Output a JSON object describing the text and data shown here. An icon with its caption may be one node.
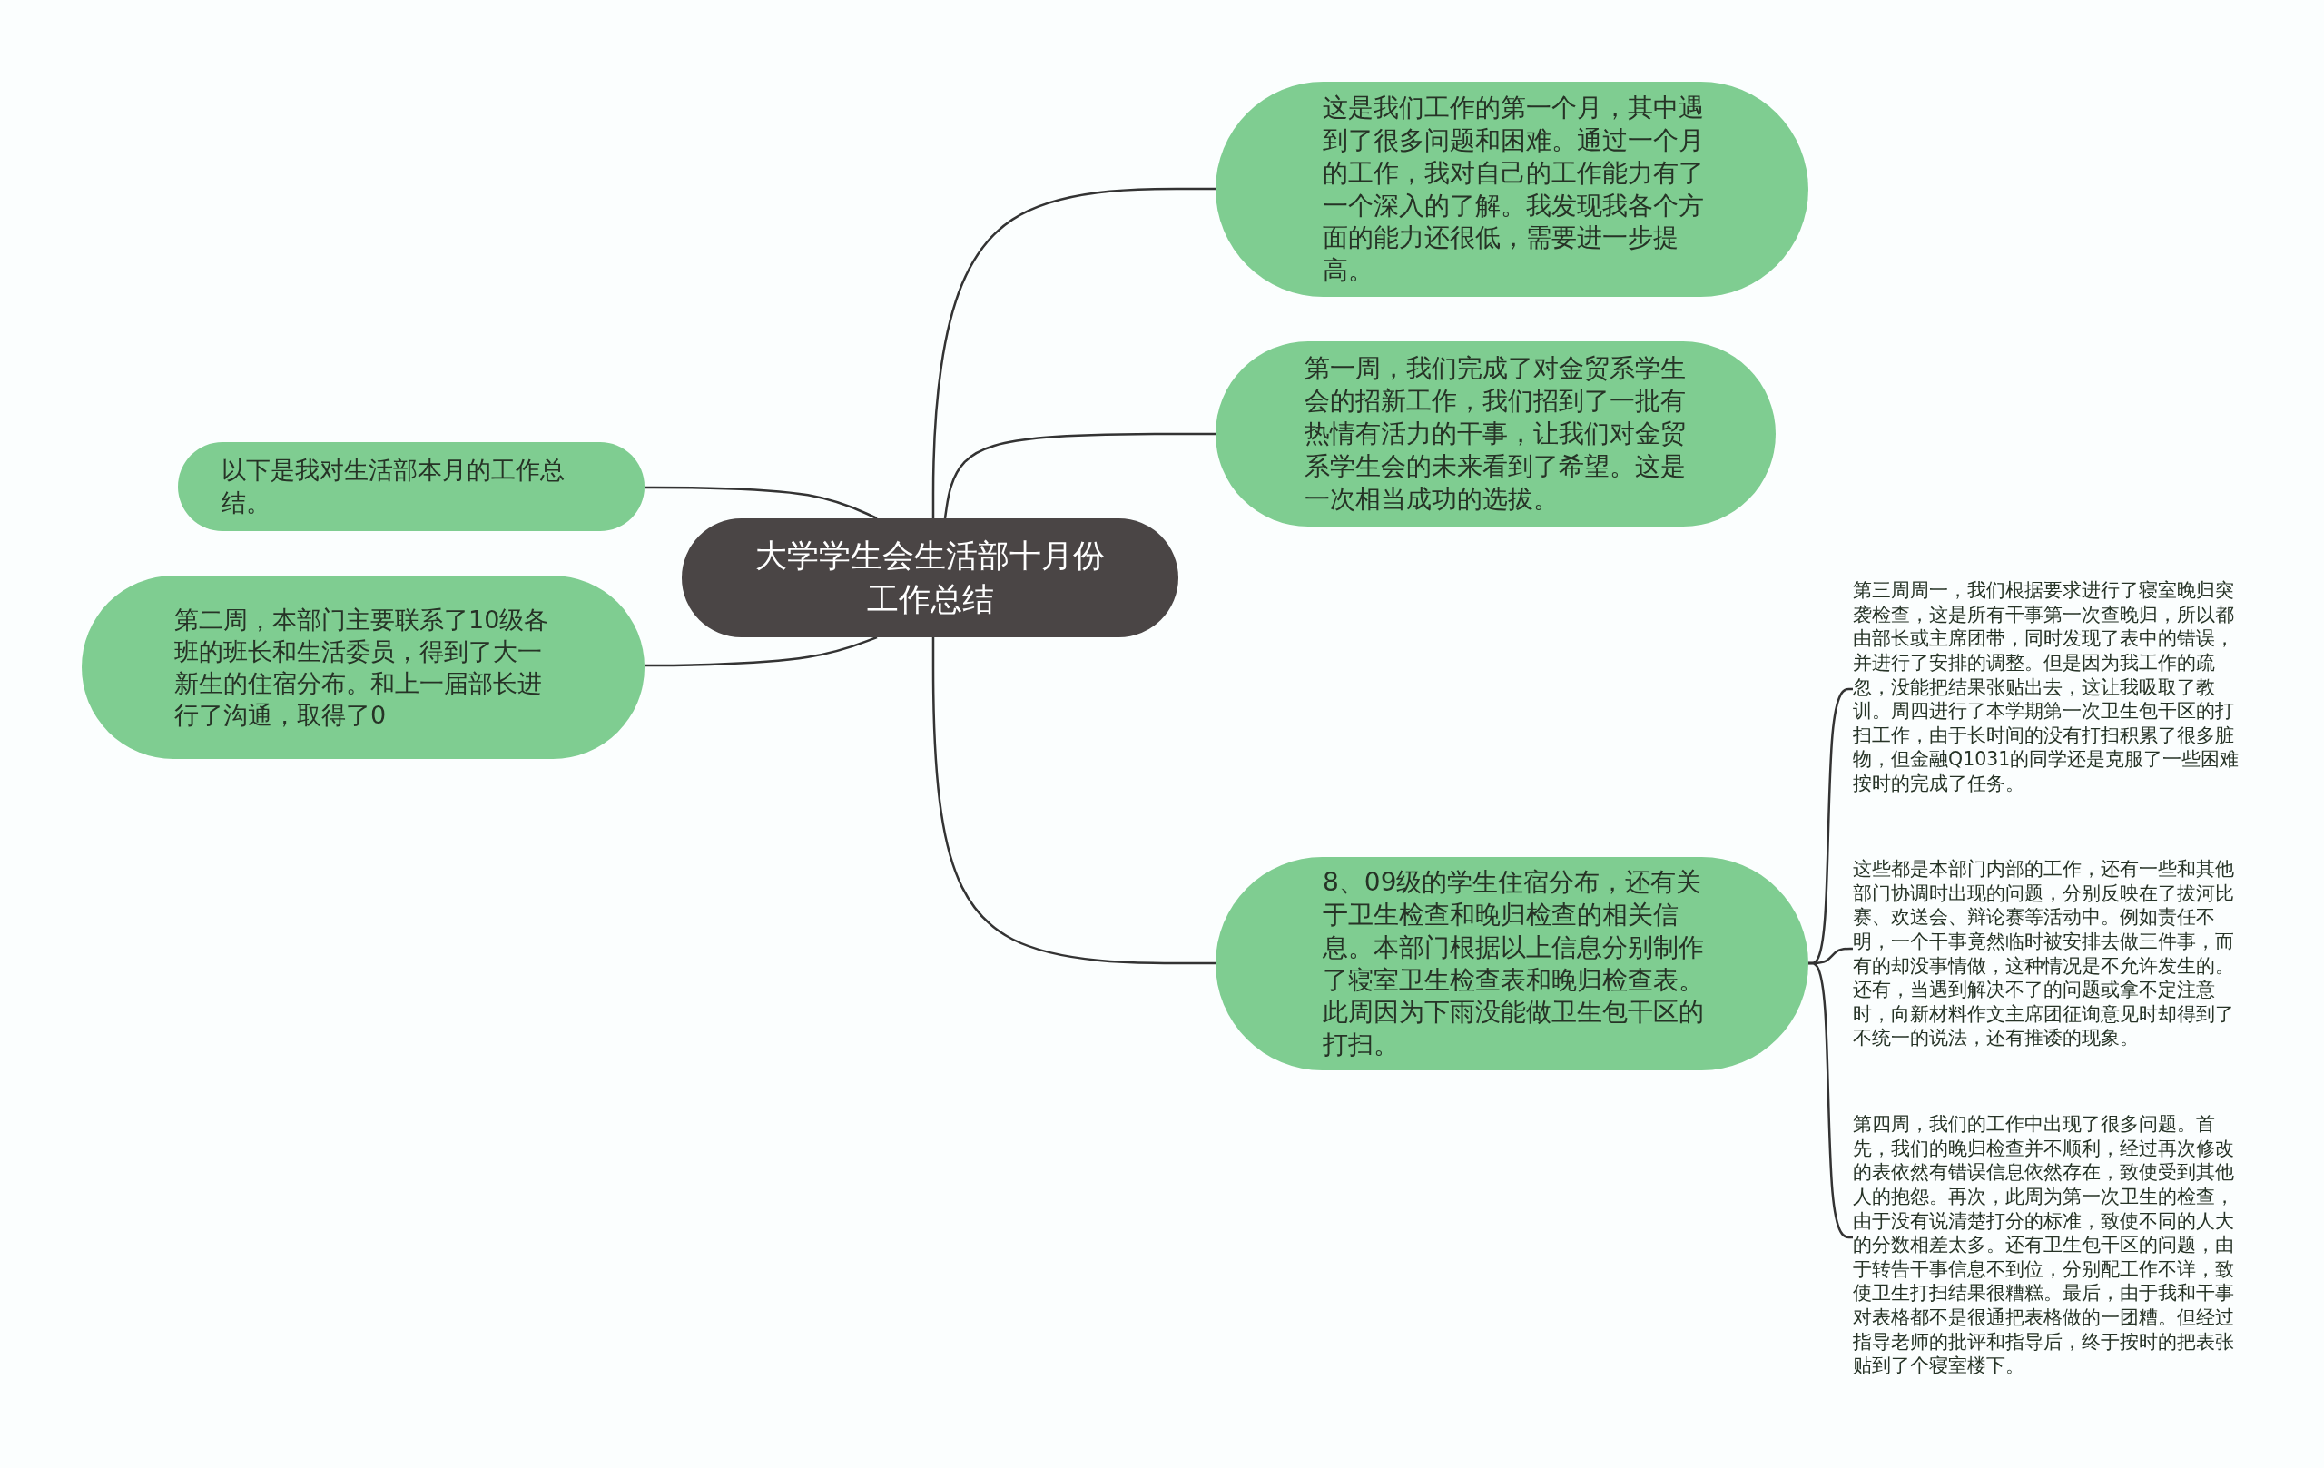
{
  "diagram": {
    "nodes": [
      {
        "text": [
          "大学学生会生活部十月份工作总结"
        ]
      },
      {
        "text": [
          "这是我们工作的第一个月，其中遇到了很多问题和困难。通过一个月的工作，我对自己的工作能力有了一个深入的了解。我发现我各个方面的能力还很低，需要进一步提高。"
        ]
      },
      {
        "text": [
          "第一周，我们完成了对金贸系学生会的招新工作，我们招到了一批有热情有活力的干事，让我们对金贸系学生会的未来看到了希望。这是一次相当成功的选拔。"
        ]
      },
      {
        "text": [
          "以下是我对生活部本月的工作总结。"
        ]
      },
      {
        "text": [
          "第二周，本部门主要联系了10级各班的班长和生活委员，得到了大一新生的住宿分布。和上一届部长进行了沟通，取得了0"
        ]
      },
      {
        "text": [
          "8、09级的学生住宿分布，还有关于卫生检查和晚归检查的相关信息。本部门根据以上信息分别制作了寝室卫生检查表和晚归检查表。此周因为下雨没能做卫生包干区的打扫。"
        ]
      },
      {
        "text": [
          "第三周周一，我们根据要求进行了寝室晚归突袭检查，这是所有干事第一次查晚归，所以都由部长或主席团带，同时发现了表中的错误，并进行了安排的调整。但是因为我工作的疏忽，没能把结果张贴出去，这让我吸取了教训。周四进行了本学期第一次卫生包干区的打扫工作，由于长时间的没有打扫积累了很多脏物，但金融Q1031的同学还是克服了一些困难按时的完成了任务。"
        ]
      },
      {
        "text": [
          "这些都是本部门内部的工作，还有一些和其他部门协调时出现的问题，分别反映在了拔河比赛、欢送会、辩论赛等活动中。例如责任不明，一个干事竟然临时被安排去做三件事，而有的却没事情做，这种情况是不允许发生的。还有，当遇到解决不了的问题或拿不定注意时，向新材料作文主席团征询意见时却得到了不统一的说法，还有推诿的现象。"
        ]
      },
      {
        "text": [
          "第四周，我们的工作中出现了很多问题。首先，我们的晚归检查并不顺利，经过再次修改的表依然有错误信息依然存在，致使受到其他人的抱怨。再次，此周为第一次卫生的检查，由于没有说清楚打分的标准，致使不同的人大的分数相差太多。还有卫生包干区的问题，由于转告干事信息不到位，分别配工作不详，致使卫生打扫结果很糟糕。最后，由于我和干事对表格都不是很通把表格做的一团糟。但经过指导老师的批评和指导后，终于按时的把表张贴到了个寝室楼下。"
        ]
      }
    ],
    "edges": [
      {
        "from": 0,
        "to": 1,
        "arrow": "none"
      },
      {
        "from": 0,
        "to": 2,
        "arrow": "none"
      },
      {
        "from": 0,
        "to": 3,
        "arrow": "none"
      },
      {
        "from": 0,
        "to": 4,
        "arrow": "none"
      },
      {
        "from": 0,
        "to": 5,
        "arrow": "none"
      },
      {
        "from": 5,
        "to": 6,
        "arrow": "none"
      },
      {
        "from": 5,
        "to": 7,
        "arrow": "none"
      },
      {
        "from": 5,
        "to": 8,
        "arrow": "none"
      }
    ]
  }
}
